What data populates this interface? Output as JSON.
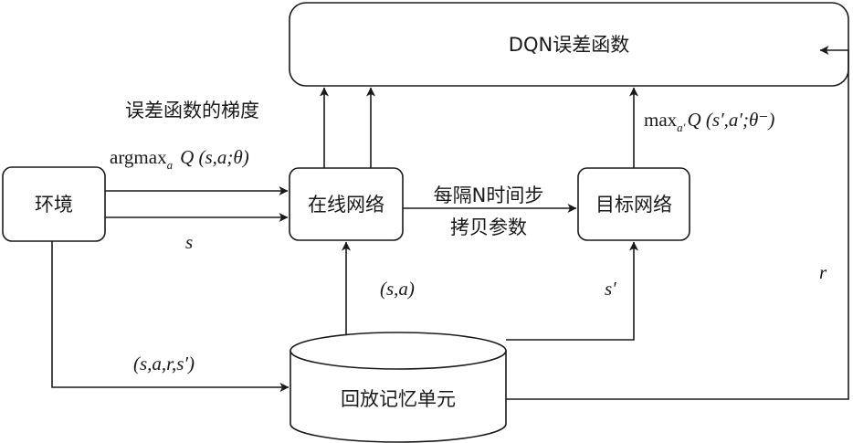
{
  "nodes": {
    "dqn_error": "DQN误差函数",
    "env": "环境",
    "online_net": "在线网络",
    "target_net": "目标网络",
    "replay": "回放记忆单元"
  },
  "edge_labels": {
    "gradient": "误差函数的梯度",
    "argmax_main": "argmax",
    "argmax_sub": "a",
    "argmax_q": "Q (s,a;θ)",
    "state": "s",
    "copy_line1": "每隔N时间步",
    "copy_line2": "拷贝参数",
    "max_main": "max",
    "max_sub": "a′",
    "max_q": "Q (s′,a′;θ⁻)",
    "sa": "(s,a)",
    "s_prime": "s′",
    "transition": "(s,a,r,s′)",
    "reward": "r"
  },
  "colors": {
    "stroke": "#1a1a1a",
    "background": "#ffffff"
  }
}
